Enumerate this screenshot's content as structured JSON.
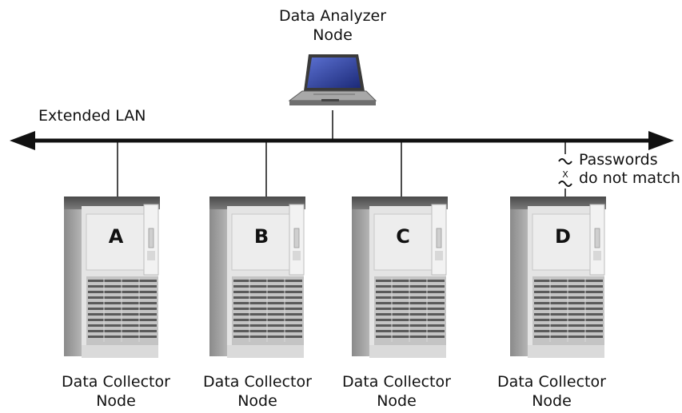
{
  "analyzer": {
    "label_line1": "Data Analyzer",
    "label_line2": "Node"
  },
  "lan": {
    "label": "Extended LAN"
  },
  "mismatch": {
    "line1": "Passwords",
    "line2": "do not match",
    "break_mark": "X"
  },
  "collectors": [
    {
      "letter": "A",
      "label_line1": "Data Collector",
      "label_line2": "Node"
    },
    {
      "letter": "B",
      "label_line1": "Data Collector",
      "label_line2": "Node"
    },
    {
      "letter": "C",
      "label_line1": "Data Collector",
      "label_line2": "Node"
    },
    {
      "letter": "D",
      "label_line1": "Data Collector",
      "label_line2": "Node"
    }
  ],
  "colors": {
    "line": "#111111",
    "server_body": "#d9d9d9",
    "server_face": "#ececec",
    "server_dark": "#3a3a3a",
    "laptop_screen": "#2a3a8e",
    "laptop_body": "#9a9a9a"
  }
}
